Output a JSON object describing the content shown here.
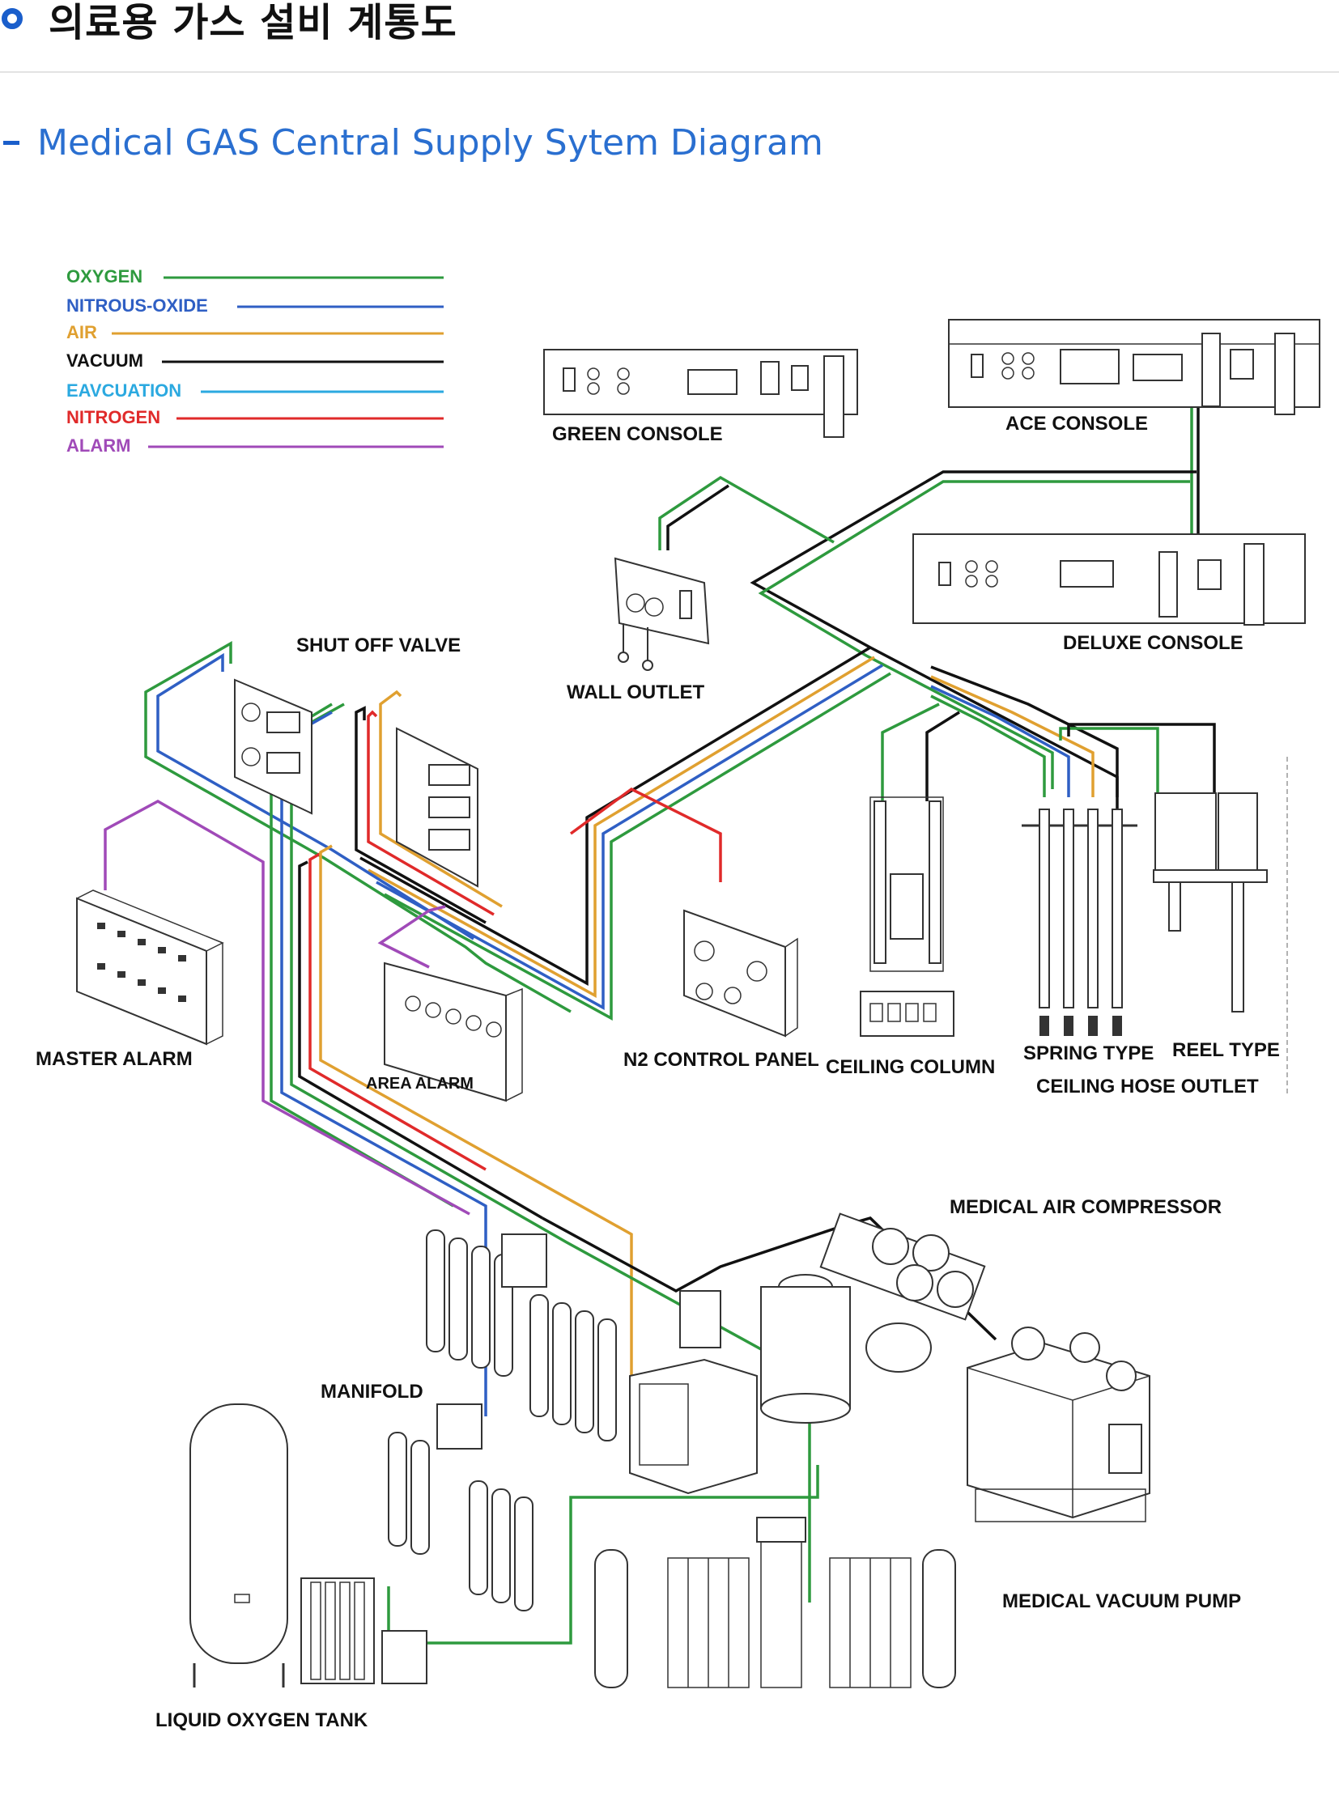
{
  "header": {
    "title": "의료용 가스 설비 계통도",
    "subtitle": "Medical GAS Central Supply Sytem Diagram"
  },
  "legend": [
    {
      "label": "OXYGEN",
      "color": "#2e9a3e"
    },
    {
      "label": "NITROUS-OXIDE",
      "color": "#2f5fc4"
    },
    {
      "label": "AIR",
      "color": "#e0a030"
    },
    {
      "label": "VACUUM",
      "color": "#111111"
    },
    {
      "label": "EAVCUATION",
      "color": "#2ba9e0"
    },
    {
      "label": "NITROGEN",
      "color": "#e02a2a"
    },
    {
      "label": "ALARM",
      "color": "#a04ab8"
    }
  ],
  "labels": {
    "green_console": "GREEN  CONSOLE",
    "ace_console": "ACE CONSOLE",
    "deluxe_console": "DELUXE  CONSOLE",
    "wall_outlet": "WALL OUTLET",
    "shut_off_valve": "SHUT OFF VALVE",
    "master_alarm": "MASTER ALARM",
    "area_alarm": "AREA ALARM",
    "n2_control_panel": "N2 CONTROL PANEL",
    "ceiling_column": "CEILING COLUMN",
    "spring_type": "SPRING TYPE",
    "reel_type": "REEL TYPE",
    "ceiling_hose_outlet": "CEILING HOSE OUTLET",
    "medical_air_compressor": "MEDICAL AIR COMPRESSOR",
    "manifold": "MANIFOLD",
    "medical_vacuum_pump": "MEDICAL VACUUM PUMP",
    "liquid_oxygen_tank": "LIQUID OXYGEN TANK"
  }
}
